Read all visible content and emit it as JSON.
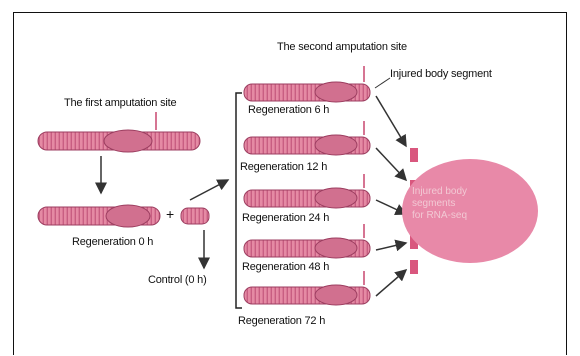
{
  "labels": {
    "second_site": "The second amputation site",
    "injured_segment": "Injured body segment",
    "first_site": "The first amputation site",
    "regen_0h": "Regeneration 0 h",
    "control": "Control (0 h)",
    "regen_6h": "Regeneration 6 h",
    "regen_12h": "Regeneration 12 h",
    "regen_24h": "Regeneration 24 h",
    "regen_48h": "Regeneration 48 h",
    "regen_72h": "Regeneration 72 h",
    "plus": "+",
    "ellipse": "Injured body\nsegments\nfor RNA-seq"
  },
  "colors": {
    "worm_body": "#e58aa4",
    "worm_stripe": "#c85e82",
    "worm_outline": "#9c3e60",
    "clitellum": "#d1708f",
    "segment": "#d9577e",
    "ellipse": "#e889a8",
    "arrow": "#333333",
    "marker": "#c8476f"
  }
}
